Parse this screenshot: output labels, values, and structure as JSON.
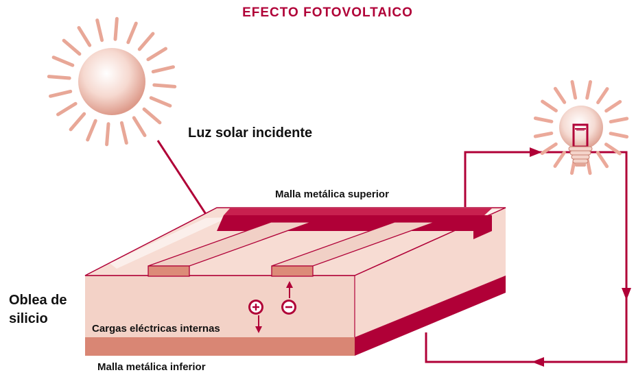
{
  "title": "EFECTO FOTOVOLTAICO",
  "labels": {
    "sunlight": "Luz solar incidente",
    "top_grid": "Malla metálica superior",
    "wafer": "Oblea de silicio",
    "wafer_line1": "Oblea de",
    "wafer_line2": "silicio",
    "charges": "Cargas eléctricas internas",
    "bottom_grid": "Malla metálica inferior"
  },
  "charges": {
    "positive": "+",
    "negative": "−"
  },
  "colors": {
    "accent": "#b00037",
    "wafer_top": "#f7dcd3",
    "wafer_front": "#f3d2c7",
    "wafer_side": "#f6d8cf",
    "bottom_layer": "#d98674",
    "contact": "#dc8b78",
    "sun_ray": "#e8a797",
    "sun_glow": "#eba99a"
  },
  "icons": [
    "sun-icon",
    "light-bulb-icon",
    "positive-charge-icon",
    "negative-charge-icon"
  ]
}
